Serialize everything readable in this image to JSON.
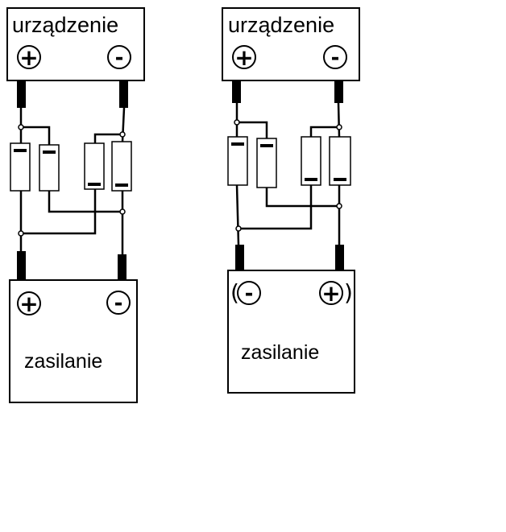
{
  "left_diagram": {
    "device_label": "urządzenie",
    "device_terminal_plus": "+",
    "device_terminal_minus": "-",
    "supply_label": "zasilanie",
    "supply_terminal_plus": "+",
    "supply_terminal_minus": "-"
  },
  "right_diagram": {
    "device_label": "urządzenie",
    "device_terminal_plus": "+",
    "device_terminal_minus": "-",
    "supply_label": "zasilanie",
    "supply_terminal_left": "-",
    "supply_terminal_right": "+",
    "paren_open": "(",
    "paren_close": ")"
  },
  "colors": {
    "stroke": "#000000",
    "background": "#ffffff"
  }
}
